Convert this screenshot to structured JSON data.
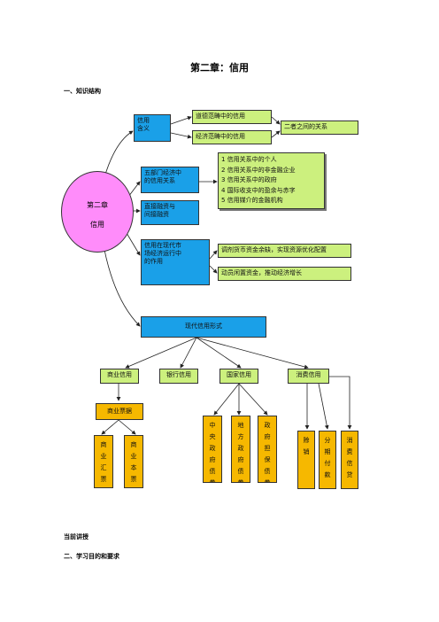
{
  "title": "第二章：信用",
  "section1": "一、知识结构",
  "center": {
    "line1": "第二章",
    "line2": "信用"
  },
  "meaning": {
    "label_l1": "信用",
    "label_l2": "含义",
    "narrow": "道德范畴中的信用",
    "economic": "经济范畴中的信用",
    "relation": "二者之间的关系"
  },
  "sectors": {
    "label_l1": "五部门经济中",
    "label_l2": "的信用关系",
    "items": [
      "1 信用关系中的个人",
      "2 信用关系中的非金融企业",
      "3 信用关系中的政府",
      "4 国际收支中的盈余与赤字",
      "5 信用媒介的金融机构"
    ]
  },
  "financing": {
    "l1": "直接融资与",
    "l2": "间接融资"
  },
  "role": {
    "l1": "信用在现代市",
    "l2": "场经济运行中",
    "l3": "的作用",
    "a": "调剂货币资金余缺，实现资源优化配置",
    "b": "动员闲置资金，推动经济增长"
  },
  "modern": "现代信用形式",
  "forms": {
    "commercial": "商业信用",
    "bank": "银行信用",
    "state": "国家信用",
    "consumer": "消费信用"
  },
  "commercial_paper": "商业票据",
  "paper_types": [
    "商业汇票",
    "商业本票"
  ],
  "state_types": [
    "中央政府债券",
    "地方政府债券",
    "政府担保债券"
  ],
  "consumer_types": [
    "赊销",
    "分期付款",
    "消费信贷"
  ],
  "footer1": "当前讲授",
  "section2": "二、学习目的和要求"
}
